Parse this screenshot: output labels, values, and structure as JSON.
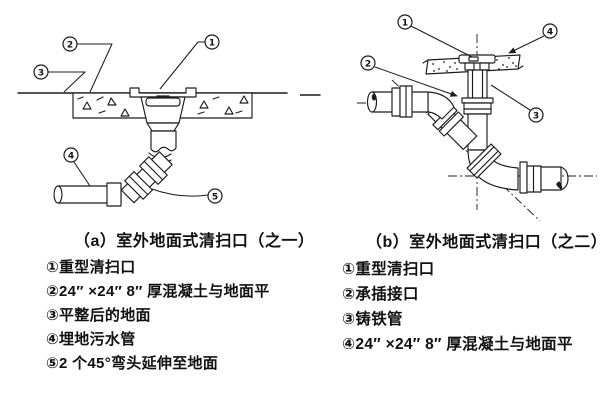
{
  "colors": {
    "ink": "#1c1c1c",
    "paper": "#ffffff"
  },
  "figures": {
    "a": {
      "caption": "（a）室外地面式清扫口（之一）",
      "items": [
        "①重型清扫口",
        "②24″ ×24″ 8″ 厚混凝土与地面平",
        "③平整后的地面",
        "④埋地污水管",
        "⑤2 个45°弯头延伸至地面"
      ],
      "callouts": {
        "c1": "1",
        "c2": "2",
        "c3": "3",
        "c4": "4",
        "c5": "5"
      }
    },
    "b": {
      "caption": "（b）室外地面式清扫口（之二）",
      "items": [
        "①重型清扫口",
        "②承插接口",
        "③铸铁管",
        "④24″ ×24″ 8″ 厚混凝土与地面平"
      ],
      "callouts": {
        "c1": "1",
        "c2": "2",
        "c3": "3",
        "c4": "4"
      }
    }
  }
}
